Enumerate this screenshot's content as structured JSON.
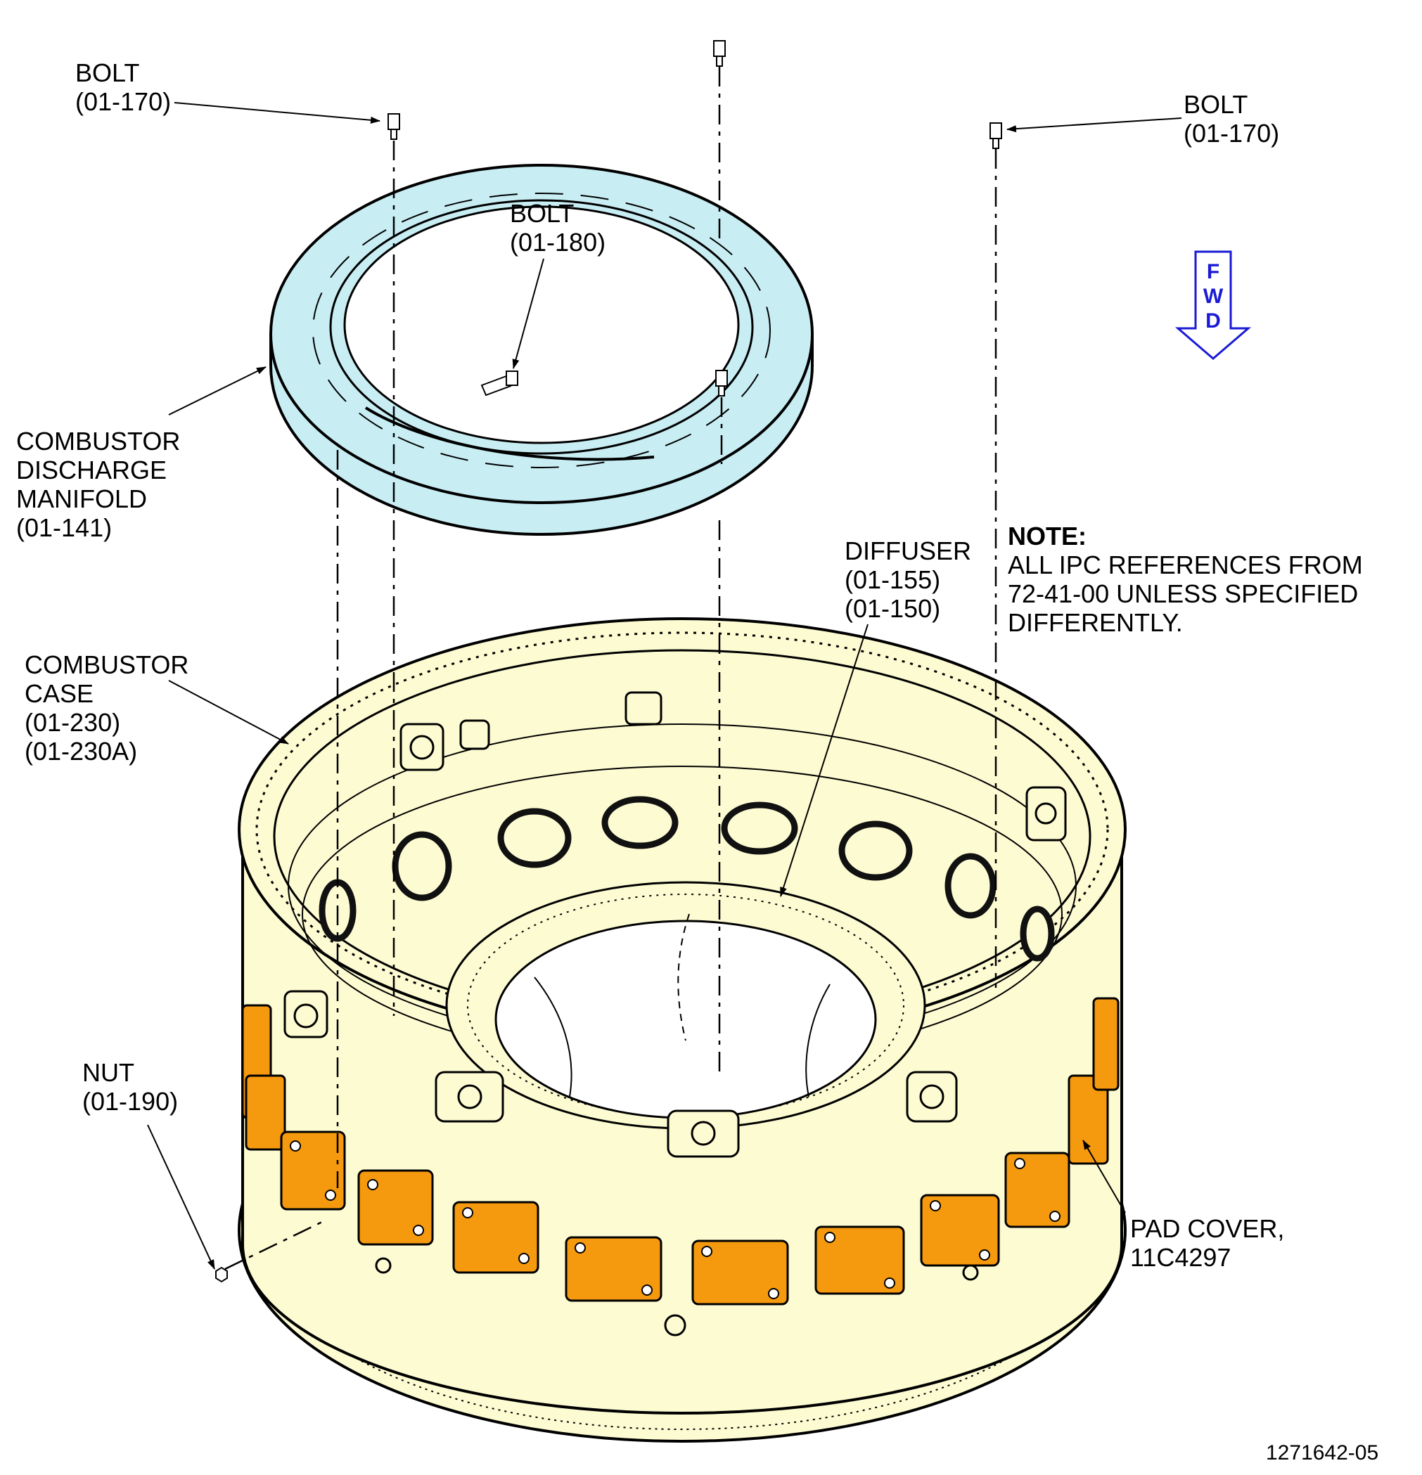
{
  "labels": {
    "bolt_top_left": {
      "name": "BOLT",
      "ref": "(01-170)"
    },
    "bolt_top_right": {
      "name": "BOLT",
      "ref": "(01-170)"
    },
    "bolt_inner": {
      "name": "BOLT",
      "ref": "(01-180)"
    },
    "manifold": {
      "line1": "COMBUSTOR",
      "line2": "DISCHARGE",
      "line3": "MANIFOLD",
      "ref": "(01-141)"
    },
    "diffuser": {
      "name": "DIFFUSER",
      "ref1": "(01-155)",
      "ref2": "(01-150)"
    },
    "case": {
      "line1": "COMBUSTOR",
      "line2": "CASE",
      "ref1": "(01-230)",
      "ref2": "(01-230A)"
    },
    "nut": {
      "name": "NUT",
      "ref": "(01-190)"
    },
    "pad_cover": {
      "line1": "PAD COVER,",
      "line2": "11C4297"
    }
  },
  "note": {
    "title": "NOTE:",
    "line1": "ALL IPC REFERENCES FROM",
    "line2": "72-41-00 UNLESS SPECIFIED",
    "line3": "DIFFERENTLY."
  },
  "fwd": {
    "l1": "F",
    "l2": "W",
    "l3": "D"
  },
  "figure_number": "1271642-05",
  "colors": {
    "manifold_fill": "#c8eef4",
    "case_fill": "#fdfbd2",
    "pad_cover_fill": "#f5990e",
    "fwd_arrow": "#1a1ad6",
    "line": "#000000"
  }
}
